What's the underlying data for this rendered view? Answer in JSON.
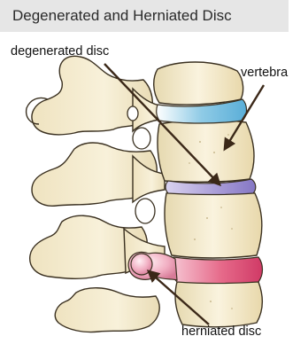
{
  "title": "Degenerated and Herniated Disc",
  "labels": {
    "degenerated": "degenerated disc",
    "vertebra": "vertebra",
    "herniated": "herniated disc"
  },
  "colors": {
    "title_bg": "#e6e6e6",
    "bone": "#f6eed3",
    "bone_outline": "#3a3020",
    "healthy_disc": "#9fd3ea",
    "degenerated_disc": "#a79ad6",
    "herniated_disc": "#e66a8a",
    "arrow": "#3b2818"
  }
}
